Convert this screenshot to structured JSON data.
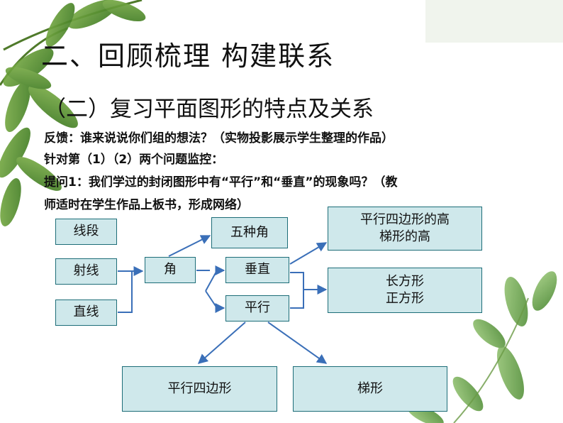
{
  "slide": {
    "title": "二、回顾梳理  构建联系",
    "subtitle": "（二）复习平面图形的特点及关系",
    "lines": [
      "反馈：谁来说说你们组的想法？（实物投影展示学生整理的作品）",
      "针对第（1）（2）两个问题监控：",
      "提问1：我们学过的封闭图形中有“平行”和“垂直”的现象吗？（教",
      "师适时在学生作品上板书，形成网络）"
    ]
  },
  "diagram": {
    "nodes": {
      "segment": "线段",
      "ray": "射线",
      "line": "直线",
      "angle": "角",
      "five_angles": "五种角",
      "perpendicular": "垂直",
      "parallel": "平行",
      "heights": [
        "平行四边形的高",
        "梯形的高"
      ],
      "rect_square": [
        "长方形",
        "正方形"
      ],
      "parallelogram": "平行四边形",
      "trapezoid": "梯形"
    },
    "colors": {
      "box_fill": "#cfe8eb",
      "box_border": "#1d6d78",
      "arrow": "#3a6fb8"
    }
  }
}
